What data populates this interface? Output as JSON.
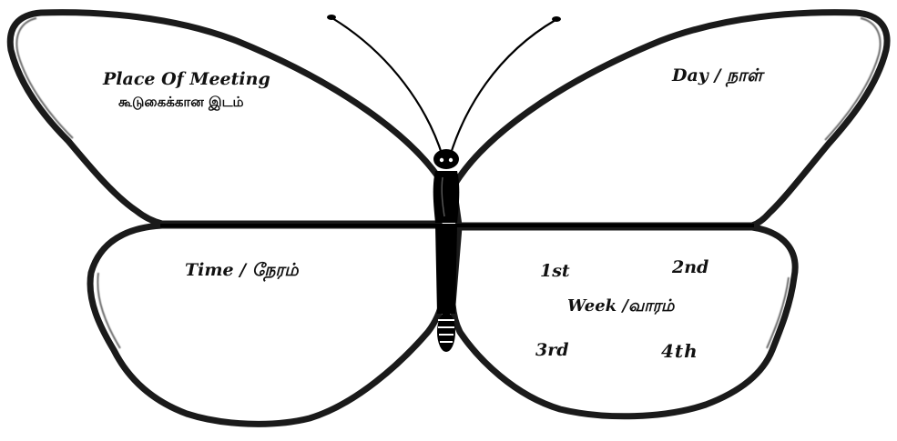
{
  "labels": {
    "place_of_meeting": "Place Of Meeting",
    "place_of_meeting_tamil": "கூடுகைக்கான இடம்",
    "day": "Day / நாள்",
    "time": "Time / நேரம்",
    "week": "Week /வாரம்",
    "week_1": "1st",
    "week_2": "2nd",
    "week_3": "3rd",
    "week_4": "4th"
  },
  "colors": {
    "outline": "#1a1a1a",
    "body": "#000000",
    "background": "#ffffff"
  }
}
